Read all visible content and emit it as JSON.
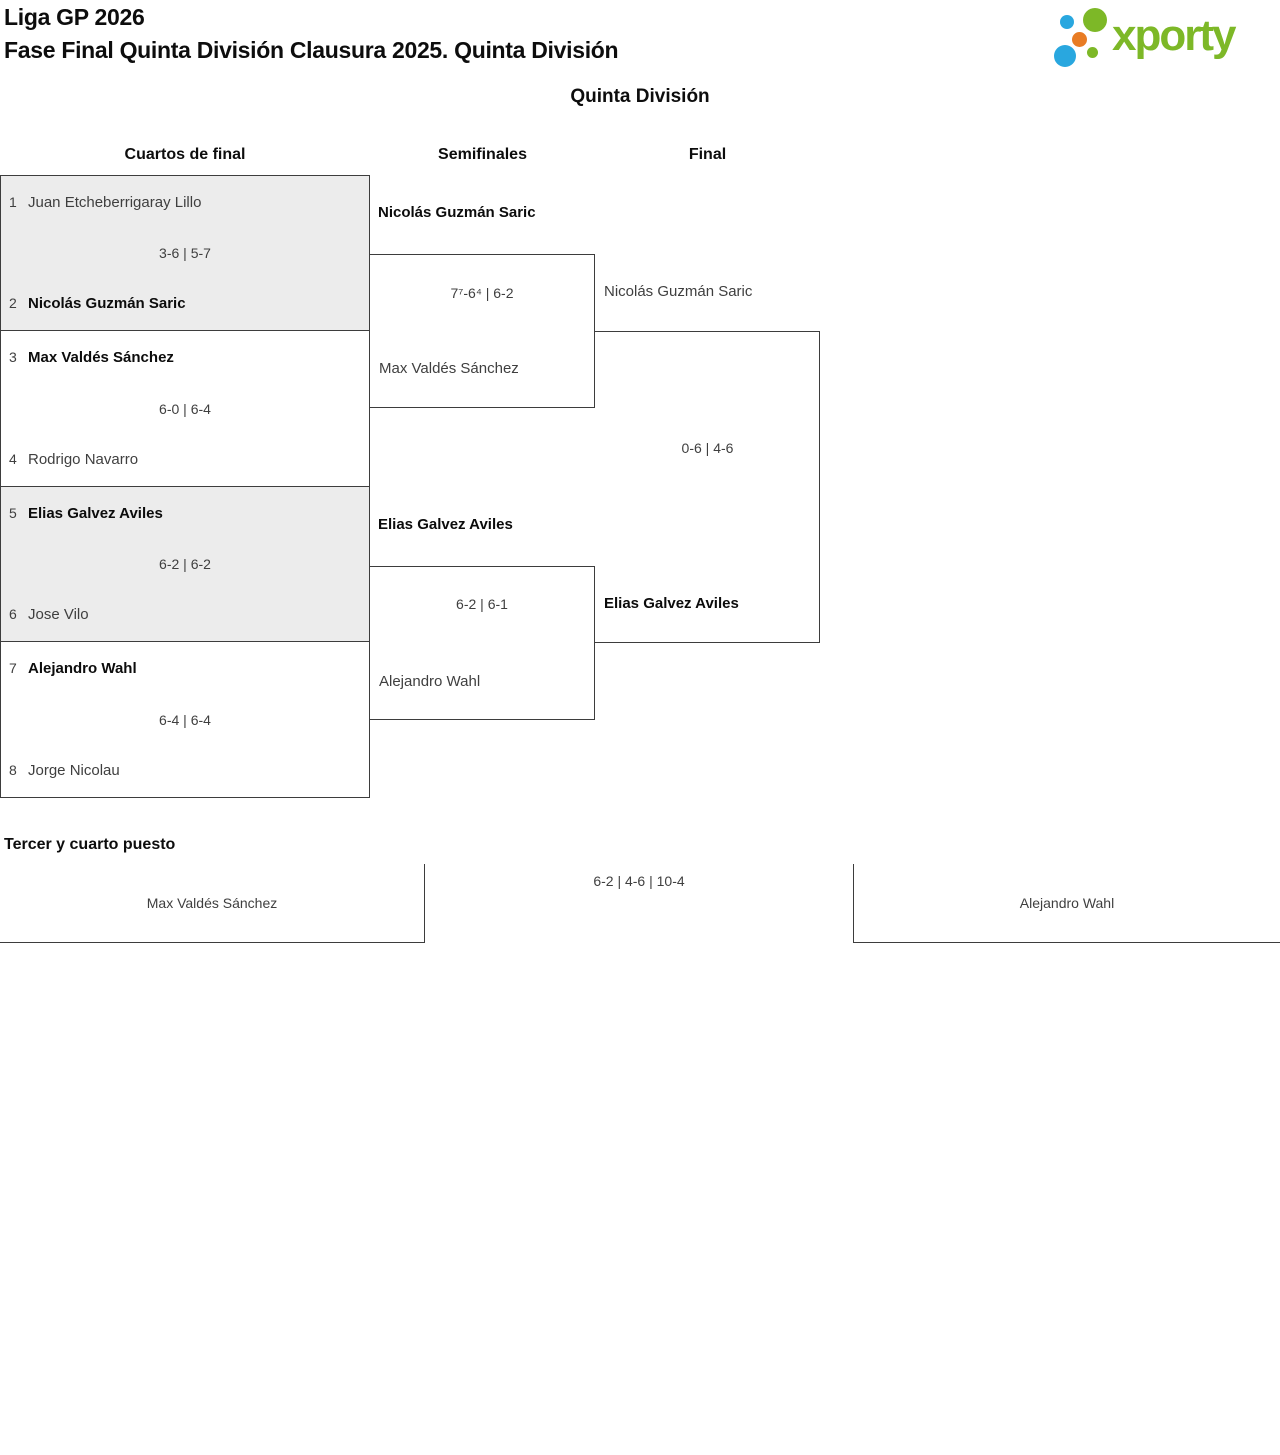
{
  "header": {
    "title_line1": "Liga GP 2026",
    "title_line2": "Fase Final Quinta División Clausura 2025. Quinta División",
    "logo_text": "xporty",
    "logo_colors": {
      "green": "#7db827",
      "blue": "#29a7df",
      "orange": "#e87c24"
    }
  },
  "bracket": {
    "section_title": "Quinta División",
    "round_labels": [
      "Cuartos de final",
      "Semifinales",
      "Final"
    ],
    "quarterfinals": [
      {
        "p1_seed": "1",
        "p1_name": "Juan Etcheberrigaray Lillo",
        "p1_winner": false,
        "score": "3-6 | 5-7",
        "p2_seed": "2",
        "p2_name": "Nicolás Guzmán Saric",
        "p2_winner": true
      },
      {
        "p1_seed": "3",
        "p1_name": "Max Valdés Sánchez",
        "p1_winner": true,
        "score": "6-0 | 6-4",
        "p2_seed": "4",
        "p2_name": "Rodrigo Navarro",
        "p2_winner": false
      },
      {
        "p1_seed": "5",
        "p1_name": "Elias Galvez Aviles",
        "p1_winner": true,
        "score": "6-2 | 6-2",
        "p2_seed": "6",
        "p2_name": "Jose Vilo",
        "p2_winner": false
      },
      {
        "p1_seed": "7",
        "p1_name": "Alejandro Wahl",
        "p1_winner": true,
        "score": "6-4 | 6-4",
        "p2_seed": "8",
        "p2_name": "Jorge Nicolau",
        "p2_winner": false
      }
    ],
    "semifinals": [
      {
        "p1_name": "Nicolás Guzmán Saric",
        "p1_winner": true,
        "score": "7⁷-6⁴ | 6-2",
        "p2_name": "Max Valdés Sánchez",
        "p2_winner": false
      },
      {
        "p1_name": "Elias Galvez Aviles",
        "p1_winner": true,
        "score": "6-2 | 6-1",
        "p2_name": "Alejandro Wahl",
        "p2_winner": false
      }
    ],
    "final": {
      "p1_name": "Nicolás Guzmán Saric",
      "p1_winner": false,
      "score": "0-6 | 4-6",
      "p2_name": "Elias Galvez Aviles",
      "p2_winner": true
    }
  },
  "third_place": {
    "title": "Tercer y cuarto puesto",
    "p1_name": "Max Valdés Sánchez",
    "score": "6-2 | 4-6 | 10-4",
    "p2_name": "Alejandro Wahl"
  }
}
